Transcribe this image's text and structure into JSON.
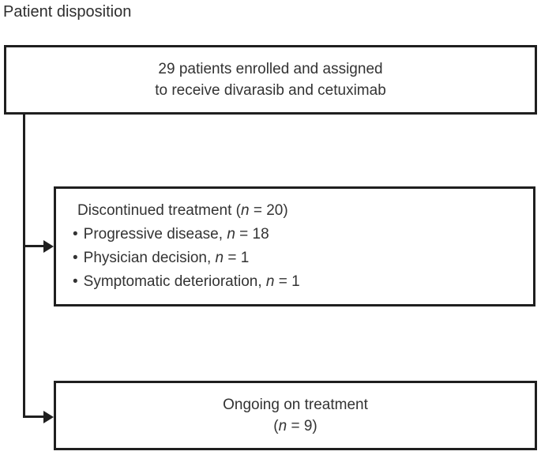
{
  "title": "Patient disposition",
  "colors": {
    "line": "#1f1f1f",
    "text": "#333333",
    "background": "#ffffff"
  },
  "glyphs": {
    "bullet": "•"
  },
  "flow": {
    "enrolled_box": {
      "line1": "29 patients enrolled and assigned",
      "line2": "to receive divarasib and cetuximab"
    },
    "discontinued_box": {
      "header": {
        "pre": "Discontinued treatment (",
        "n": "n",
        "post": " = 20)"
      },
      "items": [
        {
          "label": "Progressive disease, ",
          "n": "n",
          "value": " = 18"
        },
        {
          "label": "Physician decision, ",
          "n": "n",
          "value": " = 1"
        },
        {
          "label": "Symptomatic deterioration, ",
          "n": "n",
          "value": " = 1"
        }
      ]
    },
    "ongoing_box": {
      "line1": "Ongoing on treatment",
      "paren": {
        "pre": "(",
        "n": "n",
        "post": " = 9)"
      }
    }
  }
}
